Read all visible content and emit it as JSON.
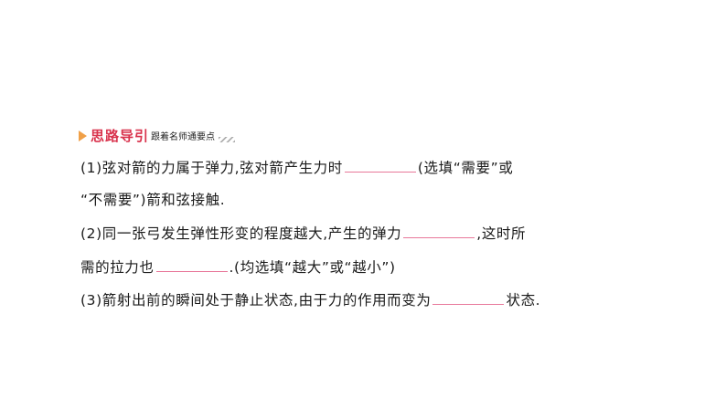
{
  "header": {
    "title": "思路导引",
    "subtitle": "跟着名师通要点"
  },
  "lines": {
    "l1a": "(1)弦对箭的力属于弹力,弦对箭产生力时",
    "l1b": "(选填“需要”或",
    "l2": "“不需要”)箭和弦接触.",
    "l3a": "(2)同一张弓发生弹性形变的程度越大,产生的弹力",
    "l3b": ",这时所",
    "l4a": "需的拉力也",
    "l4b": ".(均选填“越大”或“越小”)",
    "l5a": "(3)箭射出前的瞬间处于静止状态,由于力的作用而变为",
    "l5b": "状态."
  },
  "icons": {
    "header_marker": "triangle-right-icon",
    "header_decoration": "stripes-icon"
  },
  "colors": {
    "title": "#d9334d",
    "marker": "#f0a048",
    "blank_underline": "#e8789a"
  }
}
